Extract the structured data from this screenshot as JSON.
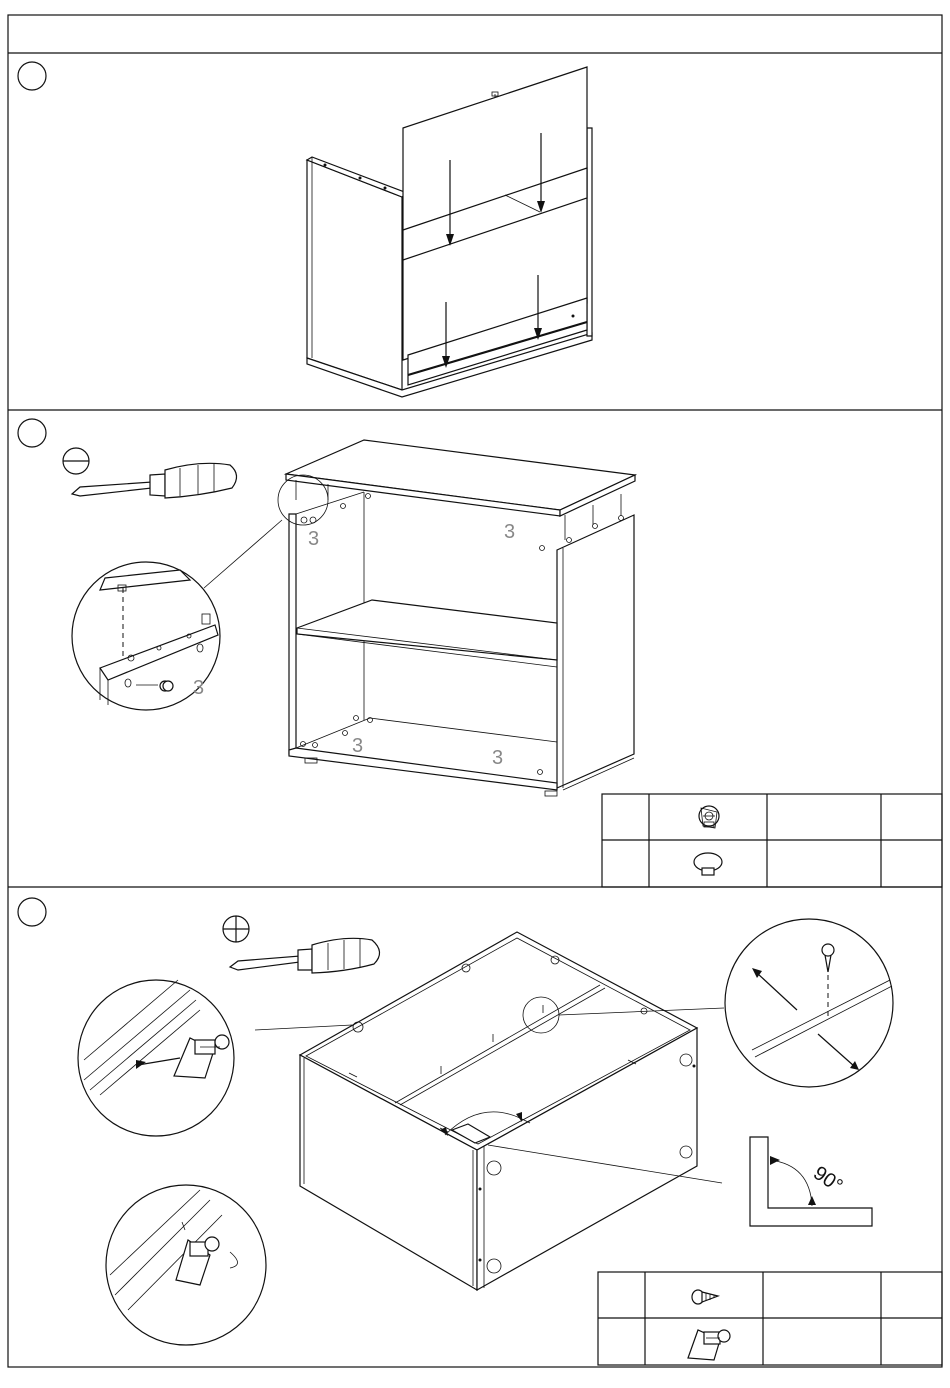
{
  "header": {
    "title": ""
  },
  "step1": {
    "number": ""
  },
  "step2": {
    "number": "",
    "tool": "flathead-screwdriver",
    "labels": [
      "3",
      "3",
      "3",
      "3",
      "3",
      "3"
    ],
    "parts": [
      {
        "ref": "",
        "icon": "cam-lock-icon",
        "name": "",
        "qty": ""
      },
      {
        "ref": "",
        "icon": "cap-cover-icon",
        "name": "",
        "qty": ""
      }
    ]
  },
  "step3": {
    "number": "",
    "tool": "phillips-screwdriver",
    "angle_label": "90°",
    "parts": [
      {
        "ref": "",
        "icon": "wood-screw-icon",
        "name": "",
        "qty": ""
      },
      {
        "ref": "",
        "icon": "corner-bracket-icon",
        "name": "",
        "qty": ""
      }
    ]
  }
}
